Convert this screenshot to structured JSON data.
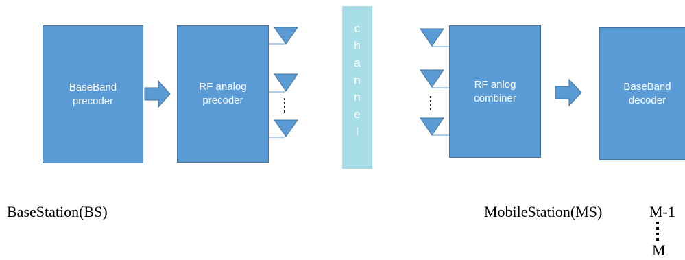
{
  "blocks": {
    "baseband_precoder": [
      "BaseBand",
      "precoder"
    ],
    "rf_analog_precoder": [
      "RF analog",
      "precoder"
    ],
    "rf_anlog_combiner": [
      "RF anlog",
      "combiner"
    ],
    "baseband_decoder": [
      "BaseBand",
      "decoder"
    ]
  },
  "channel": {
    "letters": [
      "c",
      "h",
      "a",
      "n",
      "n",
      "e",
      "l"
    ]
  },
  "captions": {
    "base_station": "BaseStation(BS)",
    "mobile_station": "MobileStation(MS)",
    "m_minus_1": "M-1",
    "m": "M"
  },
  "colors": {
    "block_fill": "#5b9bd5",
    "block_border": "#41719c",
    "channel_fill": "#a6dde6",
    "arrow_fill": "#5b9bd5",
    "antenna_fill": "#5b9bd5"
  },
  "icons": {
    "arrows": "right-arrow-icon",
    "antennas": "antenna-icon"
  }
}
